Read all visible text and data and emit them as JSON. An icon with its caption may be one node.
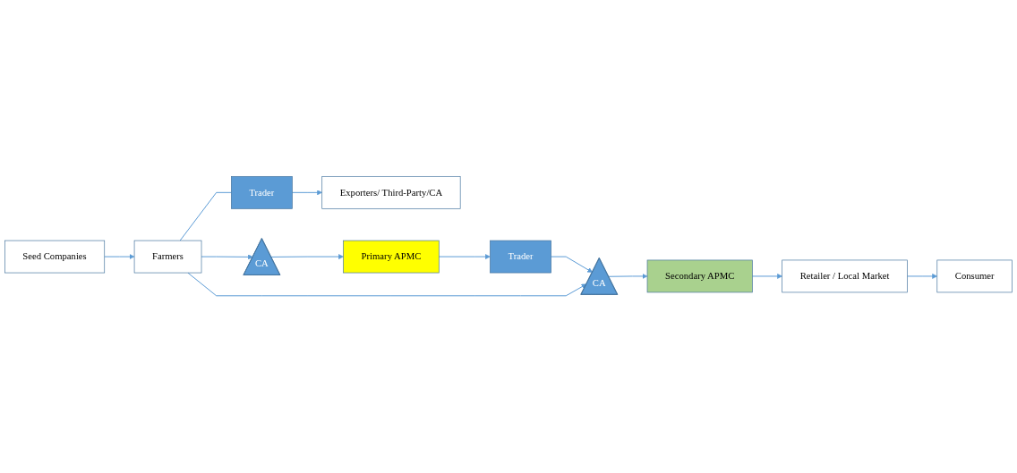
{
  "diagram": {
    "nodes": [
      {
        "text": [
          "Seed Companies"
        ]
      },
      {
        "text": [
          "Farmers"
        ]
      },
      {
        "text": [
          "Trader"
        ]
      },
      {
        "text": [
          "Exporters/ Third-Party/CA"
        ]
      },
      {
        "text": [
          "CA"
        ]
      },
      {
        "text": [
          "Primary APMC"
        ]
      },
      {
        "text": [
          "Trader"
        ]
      },
      {
        "text": [
          "CA"
        ]
      },
      {
        "text": [
          "Secondary APMC"
        ]
      },
      {
        "text": [
          "Retailer / Local Market"
        ]
      },
      {
        "text": [
          "Consumer"
        ]
      }
    ],
    "edges": [
      {
        "from": 0,
        "to": 1,
        "arrow": "to"
      },
      {
        "from": 1,
        "to": 2,
        "arrow": "none"
      },
      {
        "from": 2,
        "to": 3,
        "arrow": "to"
      },
      {
        "from": 1,
        "to": 4,
        "arrow": "to"
      },
      {
        "from": 4,
        "to": 5,
        "arrow": "to"
      },
      {
        "from": 5,
        "to": 6,
        "arrow": "to"
      },
      {
        "from": 6,
        "to": 7,
        "arrow": "to"
      },
      {
        "from": 1,
        "to": 7,
        "arrow": "to"
      },
      {
        "from": 7,
        "to": 8,
        "arrow": "to"
      },
      {
        "from": 8,
        "to": 9,
        "arrow": "to"
      },
      {
        "from": 9,
        "to": 10,
        "arrow": "to"
      }
    ]
  }
}
